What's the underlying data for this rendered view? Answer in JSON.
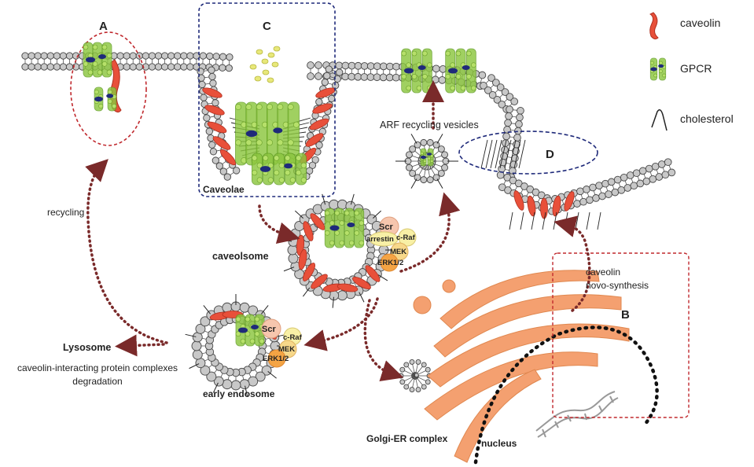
{
  "regions": {
    "A": "A",
    "B": "B",
    "C": "C",
    "D": "D"
  },
  "legend": {
    "caveolin": "caveolin",
    "gpcr": "GPCR",
    "cholesterol": "cholesterol"
  },
  "labels": {
    "caveolae": "Caveolae",
    "caveolsome": "caveolsome",
    "arf_vesicles": "ARF recycling vesicles",
    "recycling": "recycling",
    "lysosome": "Lysosome",
    "degradation_line1": "caveolin-interacting protein complexes",
    "degradation_line2": "degradation",
    "early_endosome": "early endosome",
    "golgi": "Golgi-ER complex",
    "nucleus": "nucleus",
    "novo_line1": "caveolin",
    "novo_line2": "novo-synthesis"
  },
  "signaling": {
    "scr": "Scr",
    "craf": "c-Raf",
    "arrestin": "arrestin",
    "mek": "MEK",
    "erk": "ERK1/2"
  },
  "colors": {
    "caveolin": "#e8503a",
    "gpcr": "#8cc63f",
    "gpcr_dark": "#1f2a7a",
    "lipid_head": "#c8c8c8",
    "golgi": "#f4a070",
    "arrow": "#7a2a2a",
    "region_red": "#c0282d",
    "region_blue": "#1f2a7a"
  }
}
